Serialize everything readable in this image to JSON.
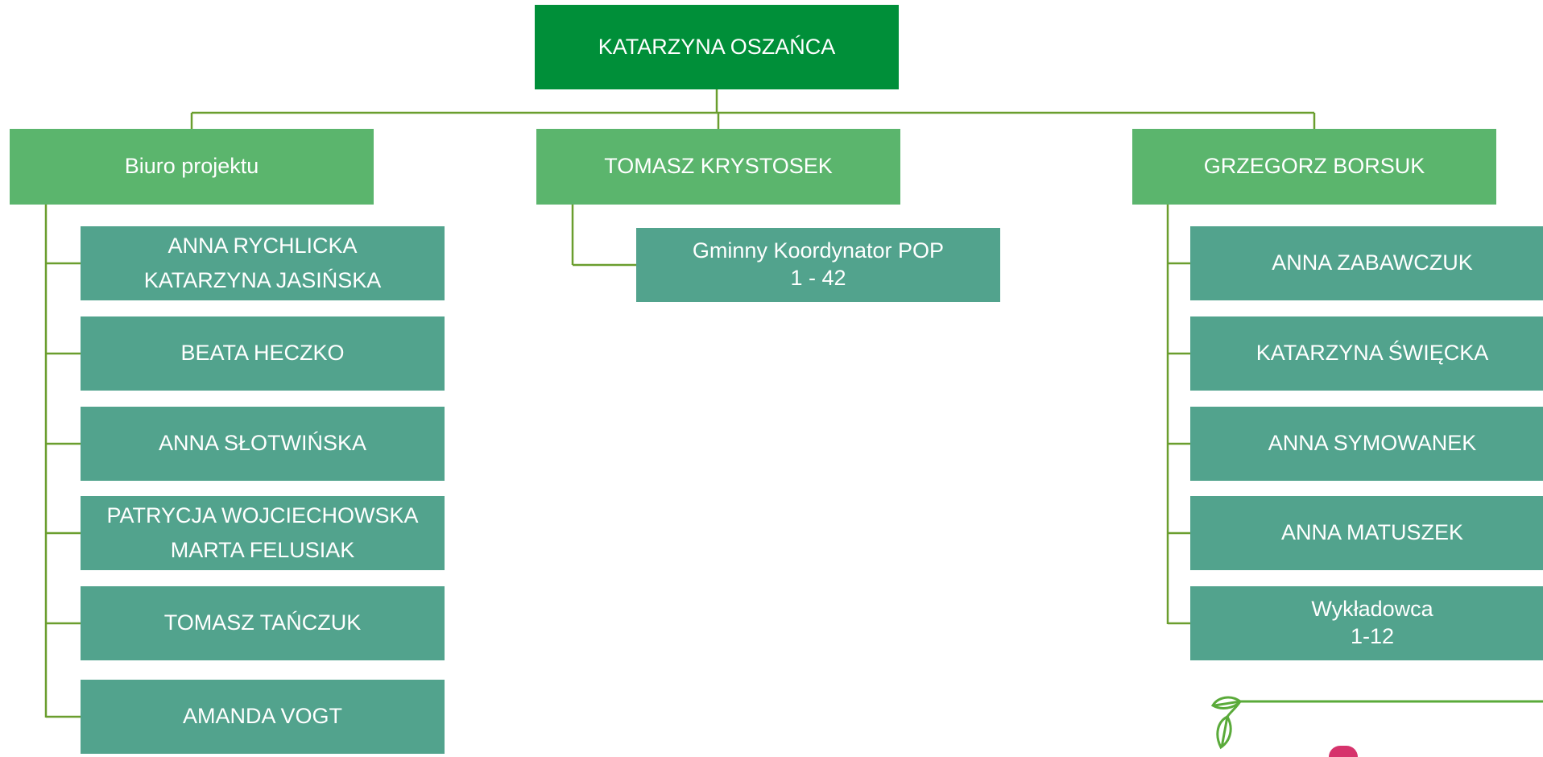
{
  "root": {
    "label": "KATARZYNA OSZAŃCA"
  },
  "managers": [
    {
      "label": "Biuro projektu"
    },
    {
      "label": "TOMASZ KRYSTOSEK"
    },
    {
      "label": "GRZEGORZ BORSUK"
    }
  ],
  "biuro_staff": [
    {
      "line1": "ANNA RYCHLICKA",
      "line2": "KATARZYNA JASIŃSKA"
    },
    {
      "line1": "BEATA HECZKO"
    },
    {
      "line1": "ANNA SŁOTWIŃSKA"
    },
    {
      "line1": "PATRYCJA WOJCIECHOWSKA",
      "line2": "MARTA FELUSIAK"
    },
    {
      "line1": "TOMASZ TAŃCZUK"
    },
    {
      "line1": "AMANDA VOGT"
    }
  ],
  "krystosek_staff": [
    {
      "line1": "Gminny Koordynator POP",
      "line2": "1 - 42"
    }
  ],
  "borsuk_staff": [
    {
      "line1": "ANNA ZABAWCZUK"
    },
    {
      "line1": "KATARZYNA ŚWIĘCKA"
    },
    {
      "line1": "ANNA SYMOWANEK"
    },
    {
      "line1": "ANNA MATUSZEK"
    },
    {
      "line1": "Wykładowca",
      "line2": "1-12"
    }
  ],
  "colors": {
    "root_fill": "#008f39",
    "manager_fill": "#5bb56d",
    "staff_fill": "#52a38d",
    "connector": "#6a9e2e",
    "text": "#ffffff"
  },
  "icons": [
    "leaf-logo-icon"
  ]
}
